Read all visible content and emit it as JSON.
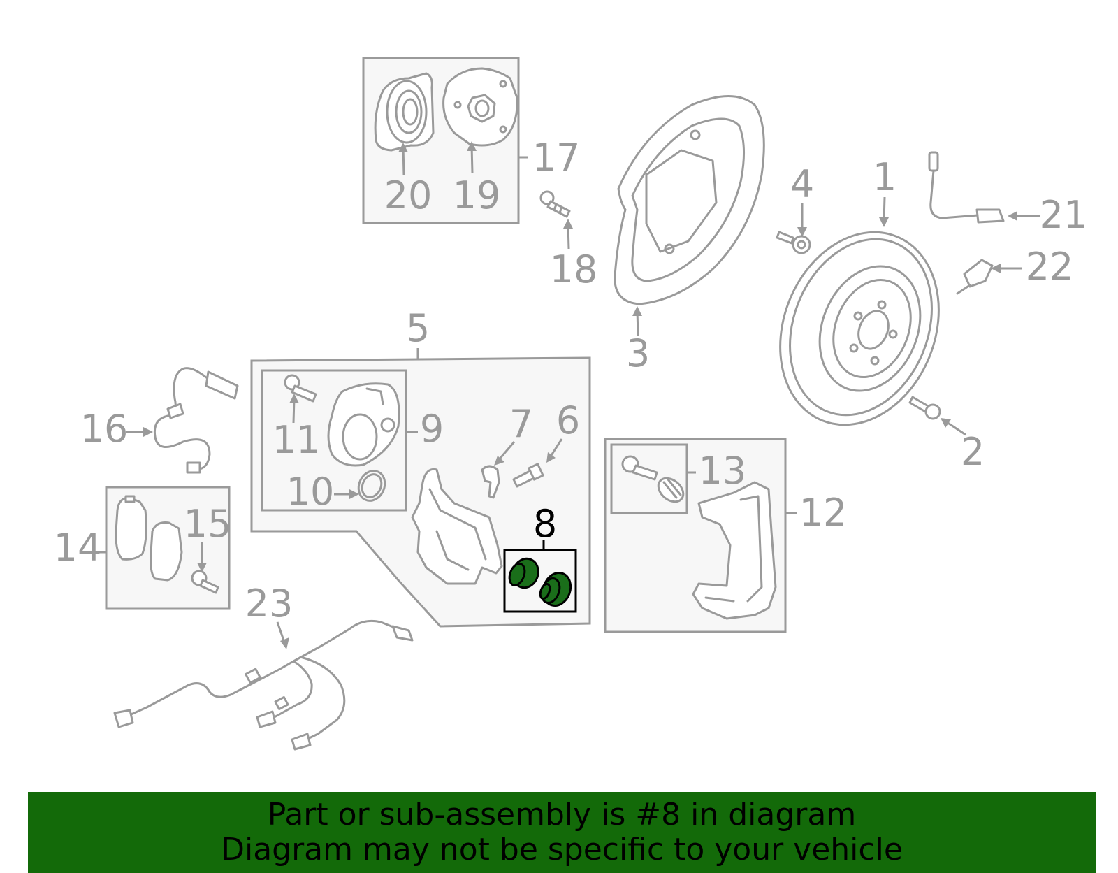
{
  "callouts": {
    "c1": "1",
    "c2": "2",
    "c3": "3",
    "c4": "4",
    "c5": "5",
    "c6": "6",
    "c7": "7",
    "c8": "8",
    "c9": "9",
    "c10": "10",
    "c11": "11",
    "c12": "12",
    "c13": "13",
    "c14": "14",
    "c15": "15",
    "c16": "16",
    "c17": "17",
    "c18": "18",
    "c19": "19",
    "c20": "20",
    "c21": "21",
    "c22": "22",
    "c23": "23"
  },
  "highlight": {
    "part": "8",
    "color": "#1a6e1a"
  },
  "banner": {
    "line1": "Part or sub-assembly is #8 in diagram",
    "line2": "Diagram may not be specific to your vehicle",
    "background": "#136a09"
  }
}
